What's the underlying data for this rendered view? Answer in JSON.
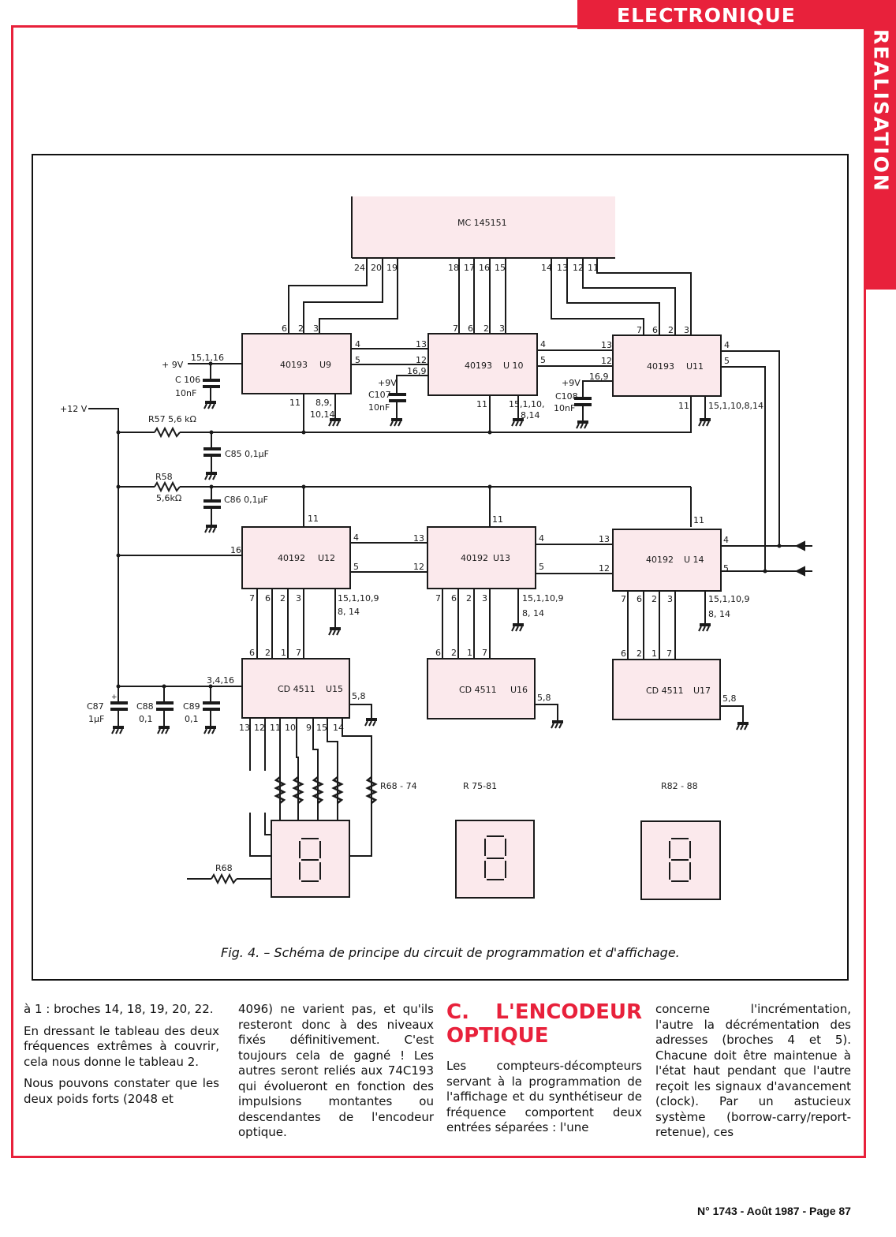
{
  "header": {
    "section_top": "ELECTRONIQUE",
    "section_side": "REALISATION"
  },
  "figure": {
    "caption": "Fig. 4. – Schéma de principe du circuit de programmation et d'affichage.",
    "main_chip": {
      "label": "MC 145151",
      "pins": [
        "24",
        "20",
        "19",
        "18",
        "17",
        "16",
        "15",
        "14",
        "13",
        "12",
        "11"
      ]
    },
    "counters_40193": [
      {
        "label": "40193",
        "ref": "U9",
        "top_pins": [
          "6",
          "2",
          "3"
        ],
        "right_pins": [
          "4",
          "5"
        ],
        "bottom_pins": [
          "11",
          "8,9,\n10,14"
        ]
      },
      {
        "label": "40193",
        "ref": "U 10",
        "top_pins": [
          "7",
          "6",
          "2",
          "3"
        ],
        "left_pins": [
          "13",
          "12",
          "16,9"
        ],
        "right_pins": [
          "4",
          "5"
        ],
        "bottom_pins": [
          "11",
          "15,1,10,\n8,14"
        ]
      },
      {
        "label": "40193",
        "ref": "U11",
        "top_pins": [
          "7",
          "6",
          "2",
          "3"
        ],
        "left_pins": [
          "13",
          "12",
          "16,9"
        ],
        "right_pins": [
          "4",
          "5"
        ],
        "bottom_pins": [
          "11",
          "15,1,10,8,14"
        ]
      }
    ],
    "counters_40192": [
      {
        "label": "40192",
        "ref": "U12",
        "left_pins": [
          "16"
        ],
        "top_pins": [
          "11"
        ],
        "right_pins": [
          "4",
          "5"
        ],
        "bottom_pins": [
          "7",
          "6",
          "2",
          "3"
        ],
        "gnd_pins": "15,1,10,9\n8,14"
      },
      {
        "label": "40192",
        "ref": "U13",
        "left_pins": [
          "13",
          "12"
        ],
        "top_pins": [
          "11"
        ],
        "right_pins": [
          "4",
          "5"
        ],
        "bottom_pins": [
          "7",
          "6",
          "2",
          "3"
        ],
        "gnd_pins": "15,1,10,9\n8,14"
      },
      {
        "label": "40192",
        "ref": "U 14",
        "left_pins": [
          "13",
          "12"
        ],
        "top_pins": [
          "11"
        ],
        "right_pins": [
          "4",
          "5"
        ],
        "bottom_pins": [
          "7",
          "6",
          "2",
          "3"
        ],
        "gnd_pins": "15,1,10,9\n8,14"
      }
    ],
    "decoders": [
      {
        "label": "CD 4511",
        "ref": "U15",
        "top_pins": [
          "6",
          "2",
          "1",
          "7"
        ],
        "left_pins": "3,4,16",
        "gnd_pins": "5,8",
        "bottom_pins": [
          "13",
          "12",
          "11",
          "10",
          "9",
          "15",
          "14"
        ]
      },
      {
        "label": "CD 4511",
        "ref": "U16",
        "top_pins": [
          "6",
          "2",
          "1",
          "7"
        ],
        "gnd_pins": "5,8"
      },
      {
        "label": "CD 4511",
        "ref": "U17",
        "top_pins": [
          "6",
          "2",
          "1",
          "7"
        ],
        "gnd_pins": "5,8"
      }
    ],
    "resistor_groups": [
      "R68 - 74",
      "R 75-81",
      "R82 - 88"
    ],
    "display_digit": "8",
    "components": {
      "v9_a": "+ 9V",
      "v9_a_pins": "15,1,16",
      "c106": "C 106",
      "c106_val": "10nF",
      "v9_b": "+9V",
      "c107": "C107",
      "c107_val": "10nF",
      "v9_c": "+9V",
      "c108": "C108",
      "c108_val": "10nF",
      "v12": "+12 V",
      "r57": "R57  5,6 kΩ",
      "c85": "C85  0,1μF",
      "r58": "R58",
      "r58_val": "5,6kΩ",
      "c86": "C86  0,1μF",
      "c87": "C87",
      "c87_val": "1μF",
      "c88": "C88",
      "c88_val": "0,1",
      "c89": "C89",
      "c89_val": "0,1",
      "r68": "R68"
    }
  },
  "article": {
    "col1": [
      "à 1 : broches 14, 18, 19, 20, 22.",
      "En dressant le tableau des deux fréquences extrêmes à couvrir, cela nous donne le tableau 2.",
      "Nous pouvons constater que les deux poids forts (2048 et"
    ],
    "col2": [
      "4096) ne varient pas, et qu'ils resteront donc à des niveaux fixés définitivement. C'est toujours cela de gagné ! Les autres seront reliés aux 74C193 qui évolueront en fonction des impulsions montantes ou descendantes de l'encodeur optique."
    ],
    "col3_heading": "C. L'ENCODEUR OPTIQUE",
    "col3": [
      "Les compteurs-décompteurs servant à la programmation de l'affichage et du synthétiseur de fréquence comportent deux entrées séparées : l'une"
    ],
    "col4": [
      "concerne l'incrémentation, l'autre la décrémentation des adresses (broches 4 et 5). Chacune doit être maintenue à l'état haut pendant que l'autre reçoit les signaux d'avancement (clock). Par un astucieux système (borrow-carry/report-retenue), ces"
    ]
  },
  "footer": {
    "issue": "N° 1743 - Août 1987 - Page 87"
  },
  "colors": {
    "accent": "#e8213b",
    "chip_fill": "#fbe9ec",
    "ink": "#1a1a1a"
  }
}
